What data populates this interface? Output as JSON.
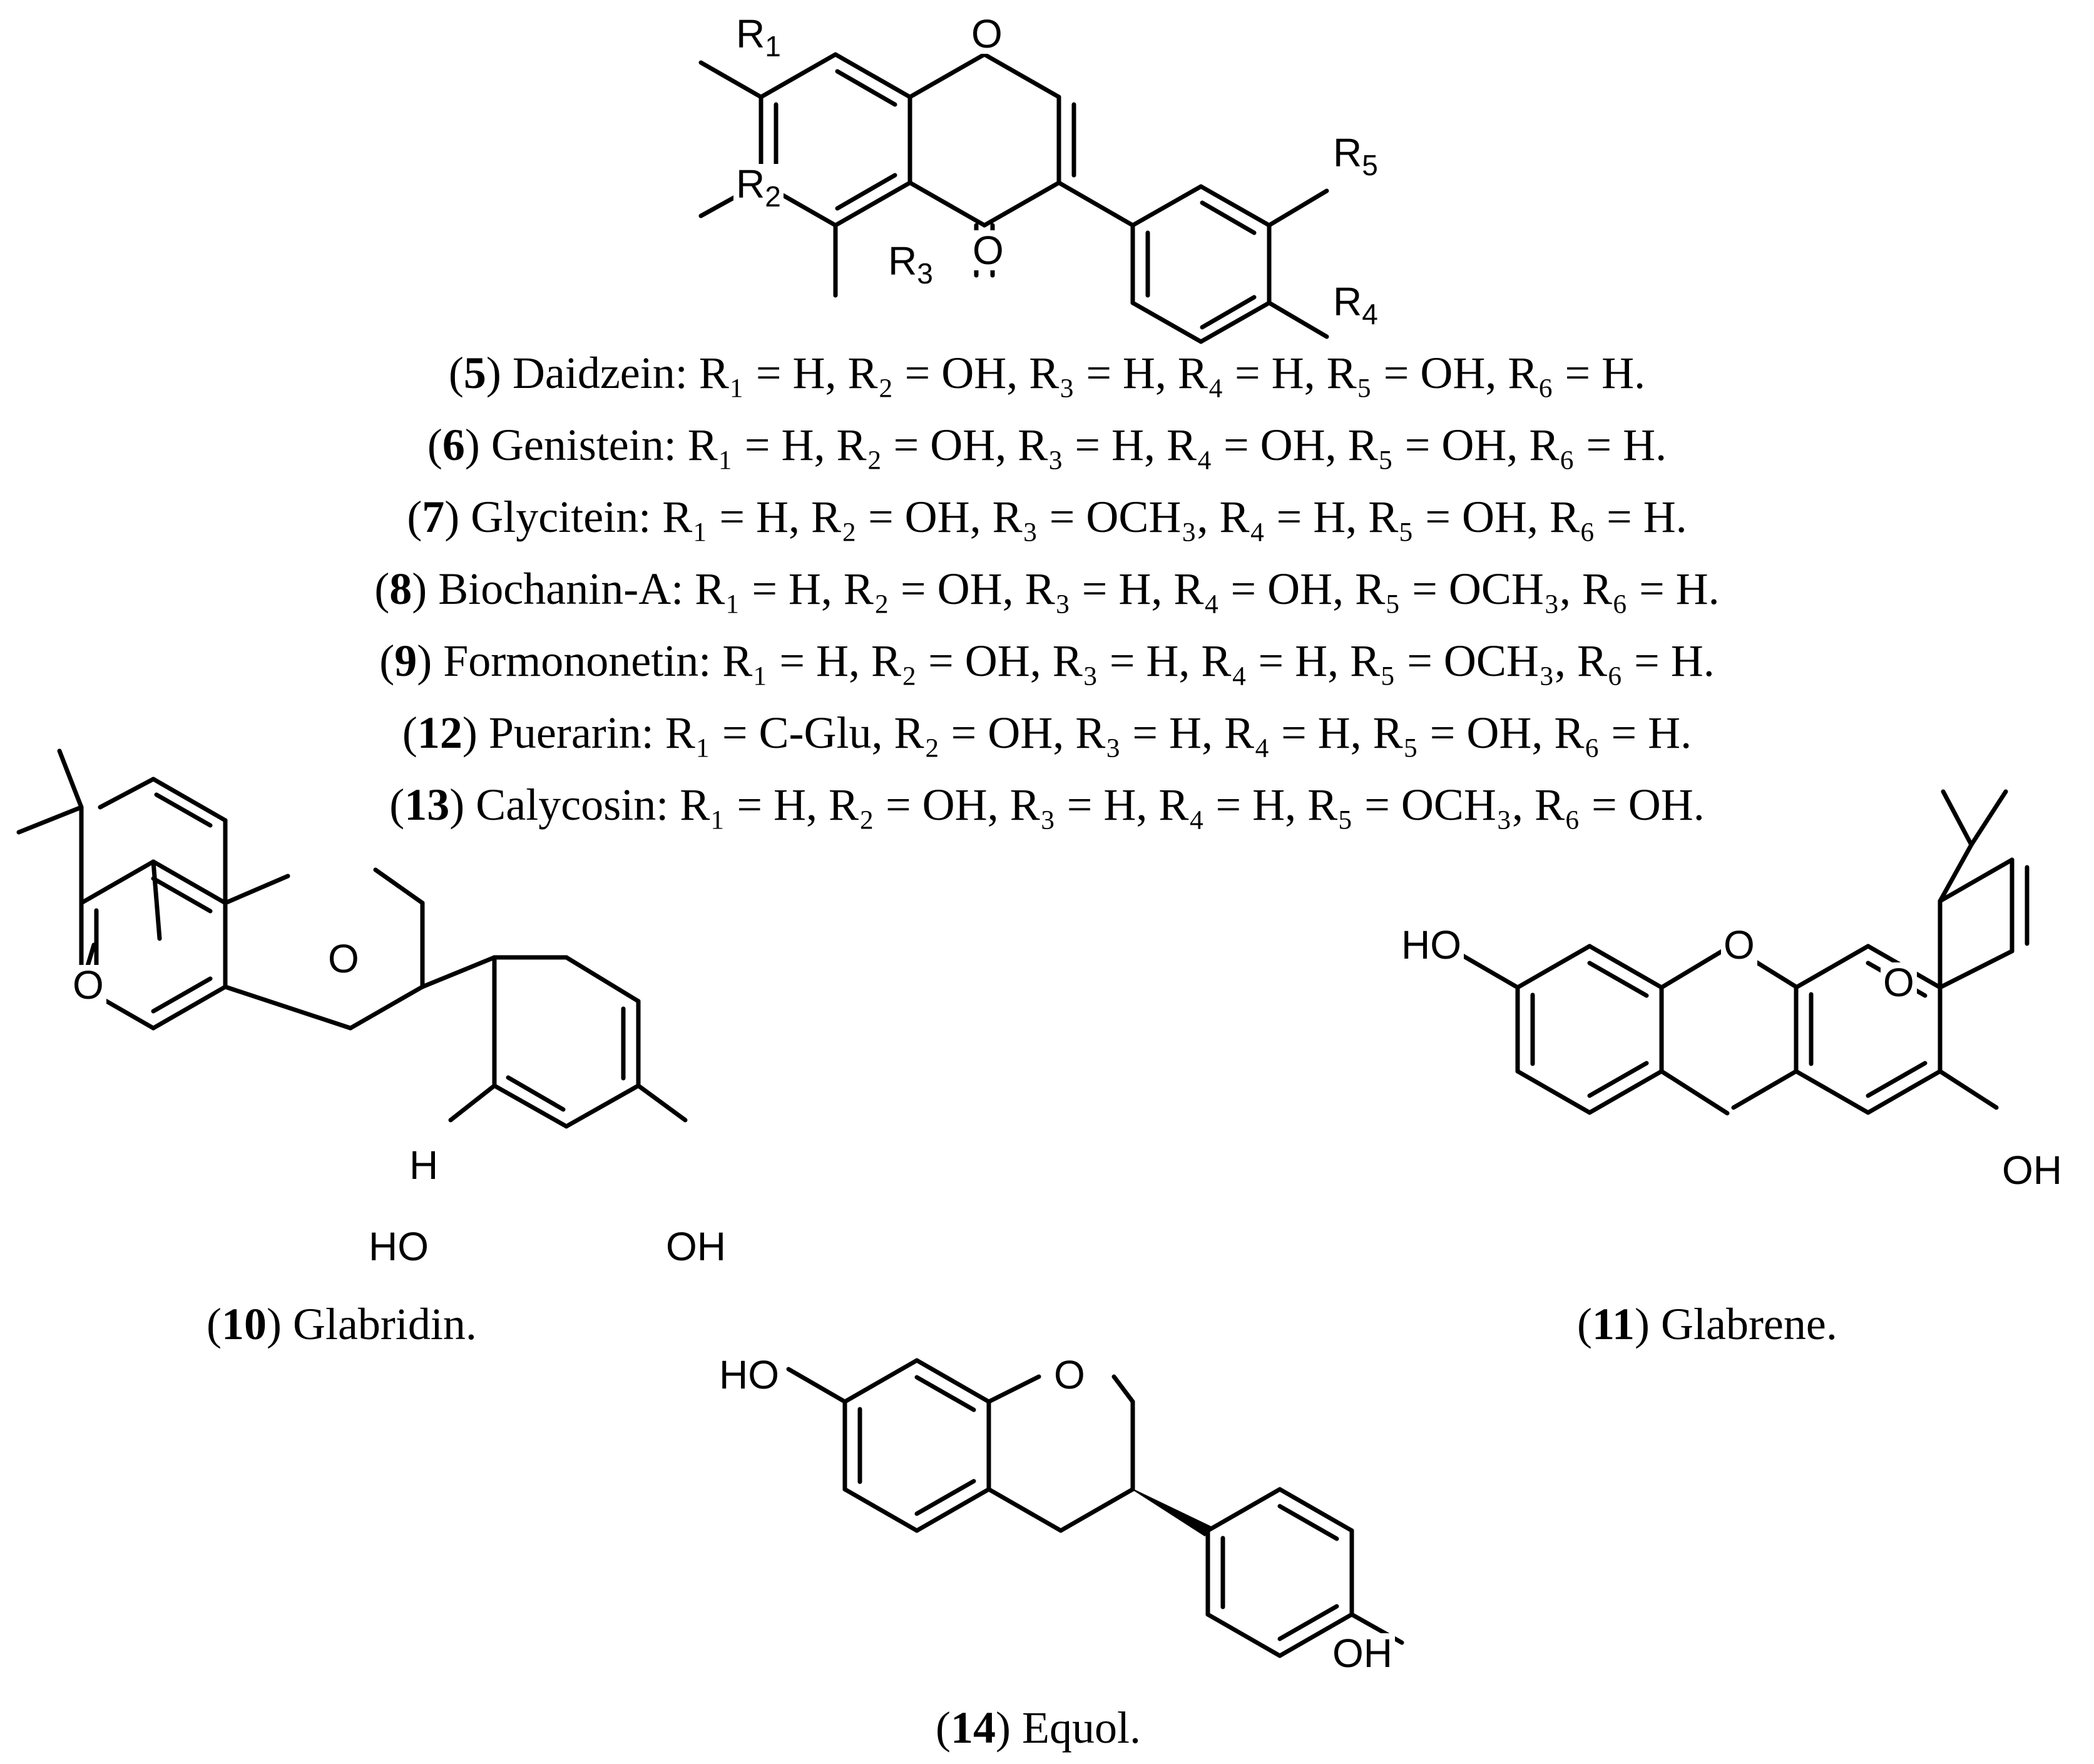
{
  "core": {
    "r1": "R1",
    "r2": "R2",
    "r3": "R3",
    "r4": "R4",
    "r5": "R5",
    "o_ring": "O",
    "o_carbonyl": "O"
  },
  "compounds": [
    {
      "num": "5",
      "text": " Daidzein: R₁ = H, R₂ = OH, R₃ = H, R₄ = H, R₅ = OH, R₆ = H."
    },
    {
      "num": "6",
      "text": " Genistein: R₁ = H, R₂ = OH, R₃ = H, R₄ = OH, R₅ = OH, R₆ = H."
    },
    {
      "num": "7",
      "text": " Glycitein: R₁ = H, R₂ = OH, R₃ = OCH₃, R₄ = H, R₅ = OH, R₆ = H."
    },
    {
      "num": "8",
      "text": " Biochanin-A: R₁ = H, R₂ = OH, R₃ = H, R₄ = OH, R₅ = OCH₃, R₆ = H."
    },
    {
      "num": "9",
      "text": " Formononetin: R₁ = H, R₂ = OH, R₃ = H, R₄ = H, R₅ = OCH₃, R₆ = H."
    },
    {
      "num": "12",
      "text": " Puerarin: R₁ = C-Glu, R₂ = OH, R₃ = H, R₄ = H, R₅ = OH, R₆ = H."
    },
    {
      "num": "13",
      "text": " Calycosin: R₁ = H, R₂ = OH, R₃ = H, R₄ = H, R₅ = OCH₃, R₆ = OH."
    }
  ],
  "glabridin": {
    "num": "10",
    "name": " Glabridin.",
    "o1": "O",
    "o2": "O",
    "h": "H",
    "ho": "HO",
    "oh": "OH"
  },
  "glabrene": {
    "num": "11",
    "name": " Glabrene.",
    "ho": "HO",
    "o1": "O",
    "o2": "O",
    "oh": "OH"
  },
  "equol": {
    "num": "14",
    "name": " Equol.",
    "ho": "HO",
    "o": "O",
    "oh": "OH"
  }
}
